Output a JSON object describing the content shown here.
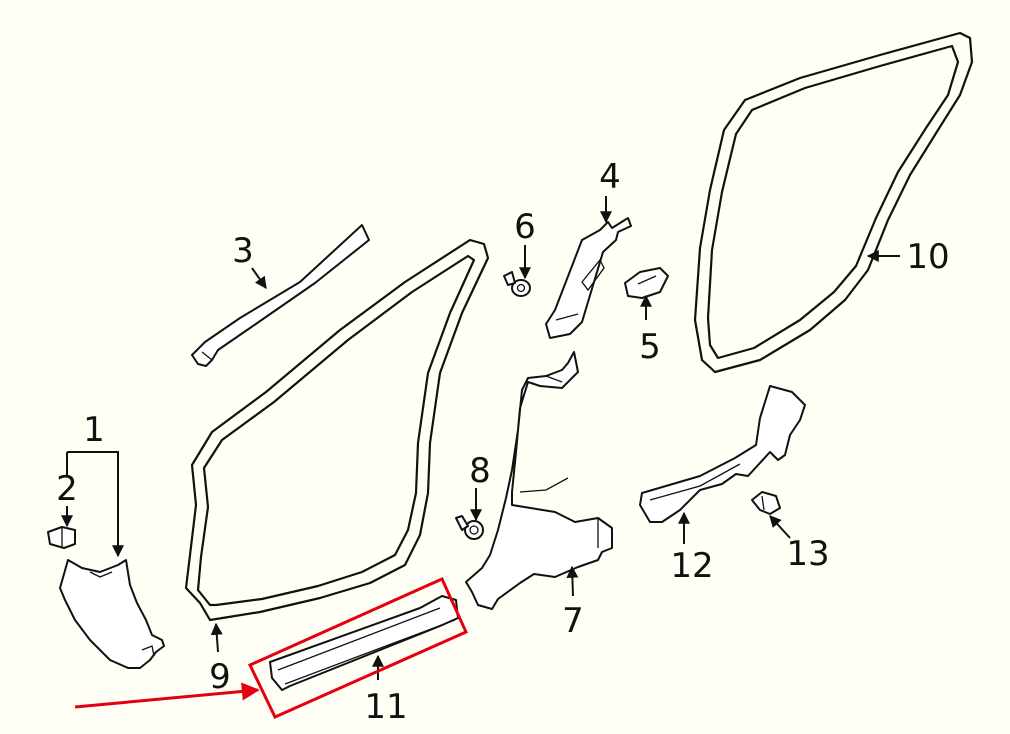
{
  "callouts": {
    "c1": "1",
    "c2": "2",
    "c3": "3",
    "c4": "4",
    "c5": "5",
    "c6": "6",
    "c7": "7",
    "c8": "8",
    "c9": "9",
    "c10": "10",
    "c11": "11",
    "c12": "12",
    "c13": "13"
  },
  "highlight": {
    "part": "11",
    "color": "#e3000f"
  },
  "colors": {
    "background": "#fffff6",
    "line": "#111111"
  }
}
